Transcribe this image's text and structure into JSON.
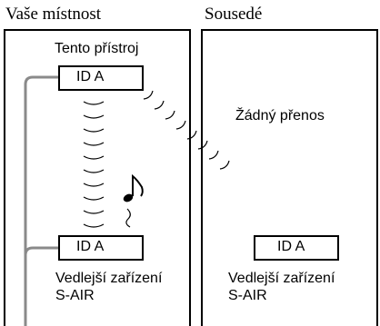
{
  "rooms": {
    "yours": {
      "title": "Vaše místnost",
      "main_unit": {
        "label": "Tento přístroj",
        "id": "ID A"
      },
      "sub_unit": {
        "id": "ID A",
        "label_line1": "Vedlejší zařízení",
        "label_line2": "S-AIR"
      }
    },
    "neighbors": {
      "title": "Sousedé",
      "message": "Žádný přenos",
      "sub_unit": {
        "id": "ID A",
        "label_line1": "Vedlejší zařízení",
        "label_line2": "S-AIR"
      }
    }
  },
  "icons": [
    "music-note-icon",
    "radio-wave-icon"
  ]
}
